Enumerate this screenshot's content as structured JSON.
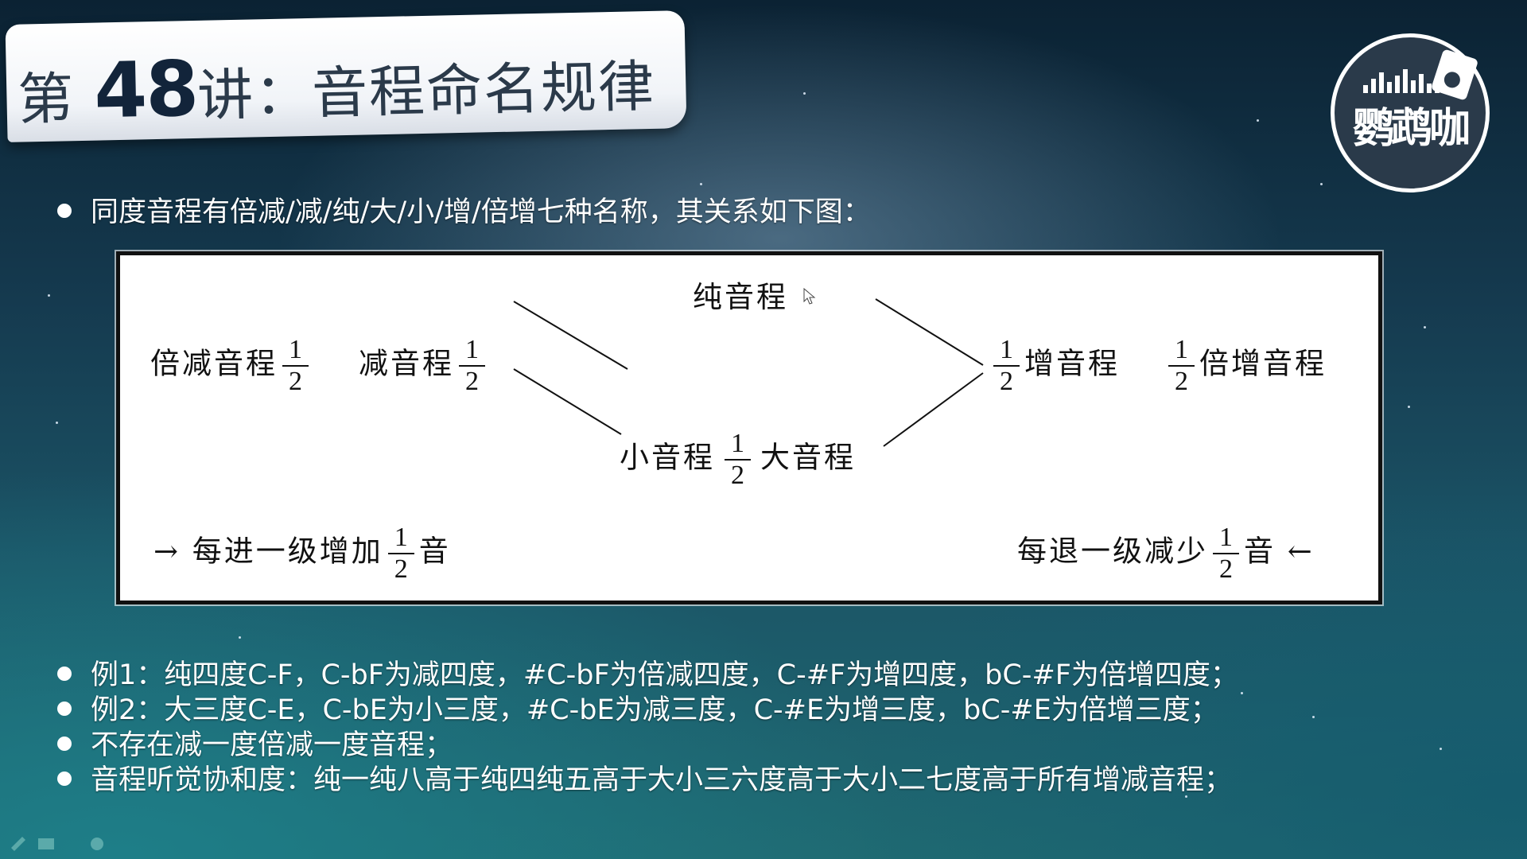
{
  "title": {
    "prefix": "第 ",
    "number": "48",
    "suffix": "讲：音程命名规律"
  },
  "logo": {
    "text": "鹦鹉咖",
    "icon": "parrot-cafe-logo"
  },
  "intro": "同度音程有倍减/减/纯/大/小/增/倍增七种名称，其关系如下图：",
  "diagram": {
    "pure": "纯音程",
    "double_diminished": "倍减音程",
    "diminished": "减音程",
    "augmented": "增音程",
    "double_augmented": "倍增音程",
    "minor": "小音程",
    "major": "大音程",
    "half_num": "1",
    "half_den": "2",
    "left_note_prefix": "每进一级增加",
    "left_note_suffix": "音",
    "right_note_prefix": "每退一级减少",
    "right_note_suffix": "音",
    "arrow_right": "→",
    "arrow_left": "←"
  },
  "examples": [
    "例1：纯四度C-F，C-bF为减四度，#C-bF为倍减四度，C-#F为增四度，bC-#F为倍增四度；",
    "例2：大三度C-E，C-bE为小三度，#C-bE为减三度，C-#E为增三度，bC-#E为倍增三度；",
    "不存在减一度倍减一度音程；",
    "音程听觉协和度：纯一纯八高于纯四纯五高于大小三六度高于大小二七度高于所有增减音程；"
  ]
}
